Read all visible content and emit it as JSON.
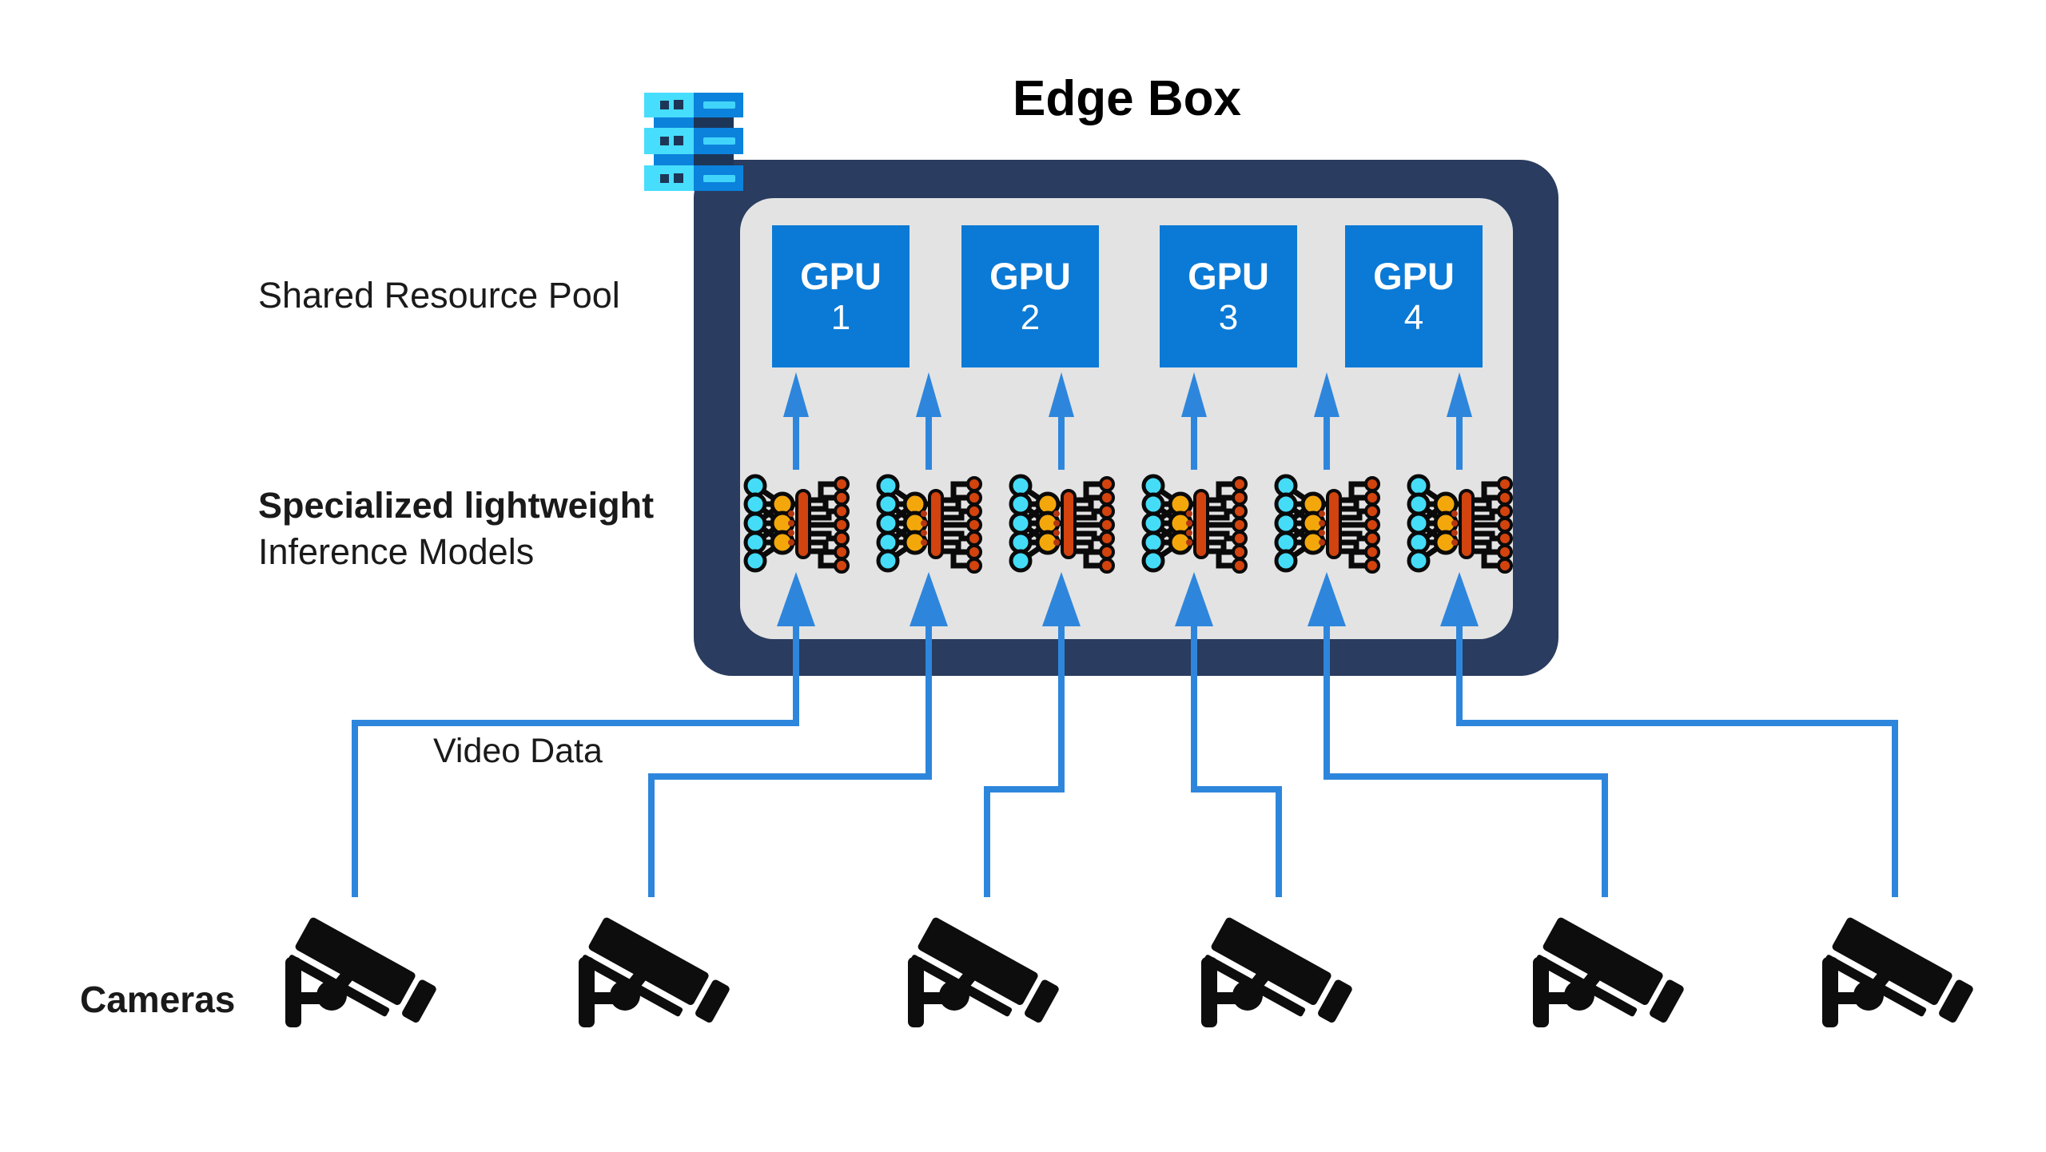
{
  "title": "Edge Box",
  "labels": {
    "shared_resource_pool": "Shared Resource Pool",
    "models_line_1": "Specialized lightweight",
    "models_line_2": "Inference Models",
    "video_data": "Video Data",
    "cameras": "Cameras"
  },
  "gpus": [
    {
      "label": "GPU",
      "number": "1"
    },
    {
      "label": "GPU",
      "number": "2"
    },
    {
      "label": "GPU",
      "number": "3"
    },
    {
      "label": "GPU",
      "number": "4"
    }
  ],
  "counts": {
    "gpu_boxes": 4,
    "inference_model_icons": 6,
    "camera_icons": 6,
    "server_units": 3
  },
  "icons": {
    "server": "server-stack-icon",
    "inference_model": "neural-network-icon",
    "camera": "cctv-camera-icon",
    "arrow": "up-arrow"
  },
  "colors": {
    "background": "#ffffff",
    "edge_box_navy": "#2a3c5f",
    "pool_gray": "#e3e3e4",
    "gpu_blue": "#0b7ad6",
    "connector_blue": "#2e86dc",
    "server_cyan": "#47ddfd",
    "server_blue": "#0b82dc",
    "server_navy": "#1d3657",
    "nn_cyan": "#45dcf8",
    "nn_gold": "#f3a70a",
    "nn_red": "#d2430e",
    "icon_black": "#0d0d0d",
    "text_black": "#1a1a1a"
  }
}
